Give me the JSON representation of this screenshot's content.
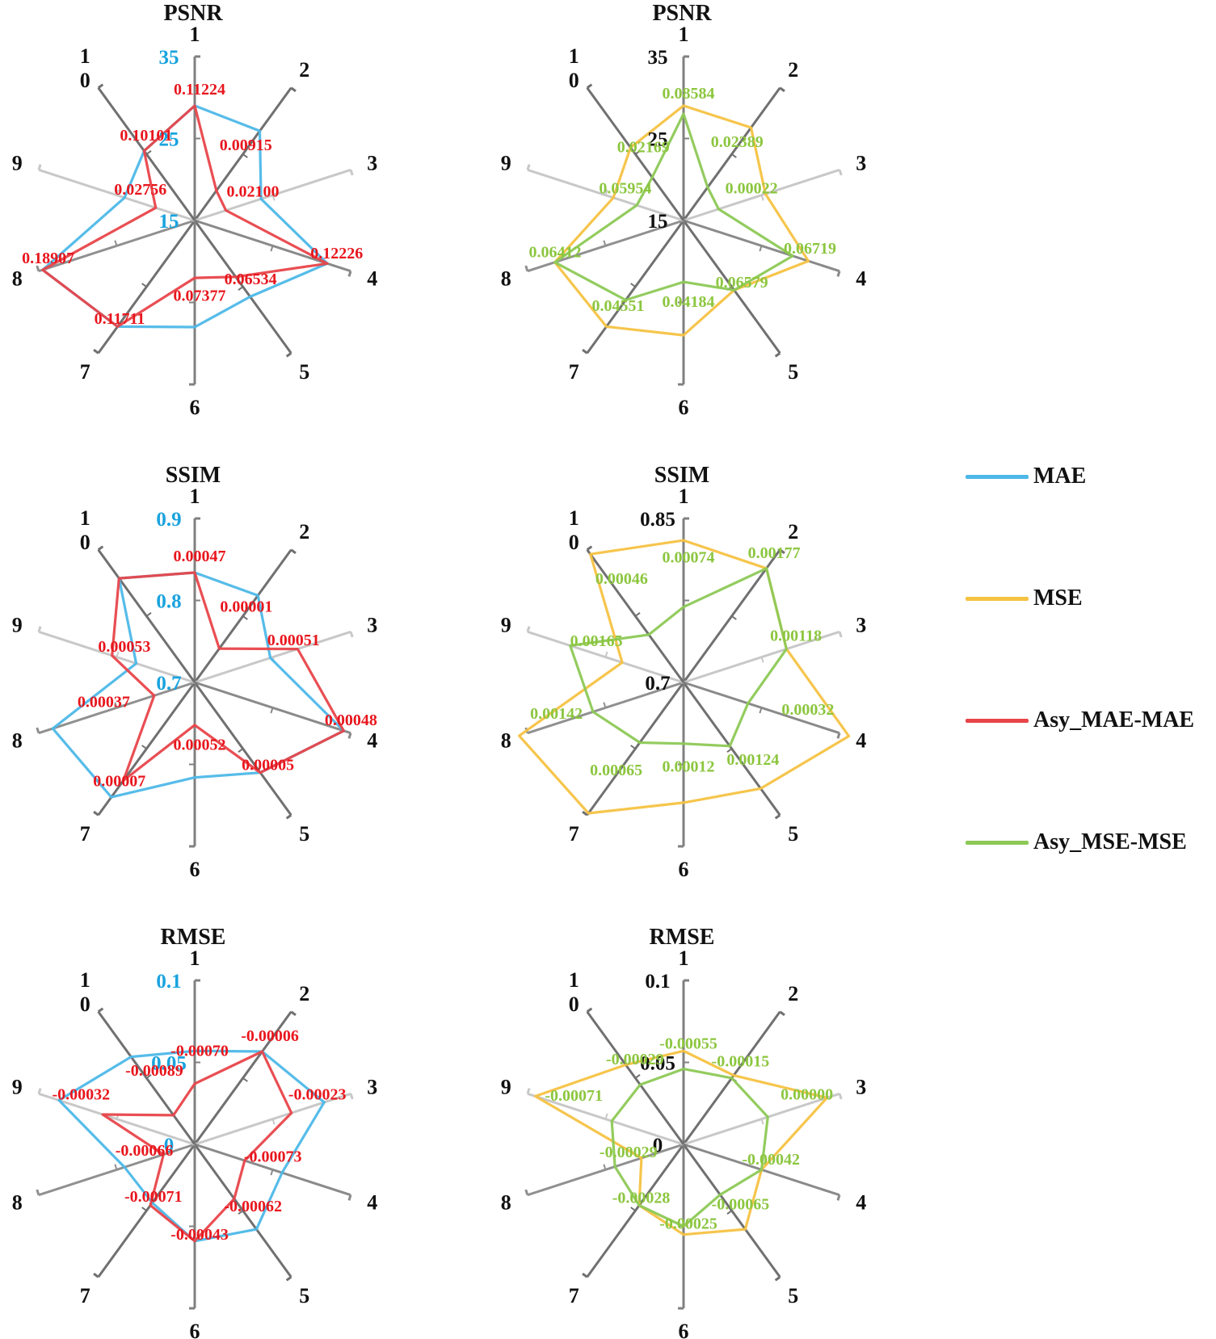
{
  "colors": {
    "MAE": "#4db8e8",
    "MSE": "#f5c242",
    "Asy_MAE-MAE": "#e8454a",
    "Asy_MSE-MSE": "#8dc956",
    "diff_red": "#e8161d",
    "diff_green": "#8cc63f",
    "tick_blue": "#1aa3de",
    "tick_black": "#111111"
  },
  "legend": [
    {
      "name": "MAE",
      "color": "#4db8e8"
    },
    {
      "name": "MSE",
      "color": "#f5c242"
    },
    {
      "name": "Asy_MAE-MAE",
      "color": "#e8454a"
    },
    {
      "name": "Asy_MSE-MSE",
      "color": "#8dc956"
    }
  ],
  "chart_data": [
    {
      "type": "radar",
      "title": "PSNR",
      "axis_labels": [
        "1",
        "2",
        "3",
        "4",
        "5",
        "6",
        "7",
        "8",
        "9",
        "1\n0"
      ],
      "rlim": [
        15,
        35
      ],
      "ticks": [
        "15",
        "25",
        "35"
      ],
      "tick_color": "blue",
      "series": [
        {
          "name": "MAE",
          "values": [
            29.0,
            28.5,
            23.5,
            32.0,
            26.5,
            28.0,
            31.0,
            34.5,
            24.0,
            25.5
          ]
        },
        {
          "name": "Asy_MAE-MAE",
          "values": [
            29.0,
            19.5,
            19.0,
            32.0,
            23.5,
            22.0,
            31.0,
            34.5,
            20.0,
            25.5
          ]
        }
      ],
      "differences": {
        "color": "red",
        "labels": [
          "0.11224",
          "0.00915",
          "0.02100",
          "0.12226",
          "0.06534",
          "0.07377",
          "0.11711",
          "0.18907",
          "0.02756",
          "0.10101"
        ]
      }
    },
    {
      "type": "radar",
      "title": "PSNR",
      "axis_labels": [
        "1",
        "2",
        "3",
        "4",
        "5",
        "6",
        "7",
        "8",
        "9",
        "1\n0"
      ],
      "rlim": [
        15,
        35
      ],
      "ticks": [
        "15",
        "25",
        "35"
      ],
      "tick_color": "black",
      "series": [
        {
          "name": "MSE",
          "values": [
            29.0,
            29.0,
            25.5,
            31.0,
            25.5,
            29.0,
            31.0,
            31.5,
            24.0,
            26.0
          ]
        },
        {
          "name": "Asy_MSE-MSE",
          "values": [
            28.0,
            20.0,
            19.5,
            29.0,
            25.5,
            22.5,
            27.0,
            31.5,
            21.0,
            21.5
          ]
        }
      ],
      "differences": {
        "color": "green",
        "labels": [
          "0.08584",
          "0.02389",
          "0.00022",
          "0.06719",
          "0.06579",
          "0.04184",
          "0.04551",
          "0.06412",
          "0.05954",
          "0.02169"
        ]
      }
    },
    {
      "type": "radar",
      "title": "SSIM",
      "axis_labels": [
        "1",
        "2",
        "3",
        "4",
        "5",
        "6",
        "7",
        "8",
        "9",
        "1\n0"
      ],
      "rlim": [
        0.7,
        0.9
      ],
      "ticks": [
        "0.7",
        "0.8",
        "0.9"
      ],
      "tick_color": "blue",
      "series": [
        {
          "name": "MAE",
          "values": [
            0.834,
            0.831,
            0.797,
            0.891,
            0.836,
            0.816,
            0.873,
            0.882,
            0.775,
            0.857
          ]
        },
        {
          "name": "Asy_MAE-MAE",
          "values": [
            0.834,
            0.751,
            0.832,
            0.891,
            0.836,
            0.752,
            0.848,
            0.752,
            0.806,
            0.857
          ]
        }
      ],
      "differences": {
        "color": "red",
        "labels": [
          "0.00047",
          "0.00001",
          "0.00051",
          "0.00048",
          "0.00005",
          "0.00052",
          "0.00007",
          "0.00037",
          "0.00053",
          ""
        ]
      }
    },
    {
      "type": "radar",
      "title": "SSIM",
      "axis_labels": [
        "1",
        "2",
        "3",
        "4",
        "5",
        "6",
        "7",
        "8",
        "9",
        "1\n0"
      ],
      "rlim": [
        0.7,
        0.85
      ],
      "ticks": [
        "0.7",
        "0.85"
      ],
      "tick_color": "black",
      "series": [
        {
          "name": "MSE",
          "values": [
            0.83,
            0.829,
            0.799,
            0.859,
            0.82,
            0.81,
            0.848,
            0.858,
            0.759,
            0.845
          ]
        },
        {
          "name": "Asy_MSE-MSE",
          "values": [
            0.769,
            0.829,
            0.799,
            0.762,
            0.772,
            0.756,
            0.768,
            0.787,
            0.809,
            0.754
          ]
        }
      ],
      "differences": {
        "color": "green",
        "labels": [
          "0.00074",
          "0.00177",
          "0.00118",
          "0.00032",
          "0.00124",
          "0.00012",
          "0.00065",
          "0.00142",
          "0.00165",
          "0.00046"
        ]
      }
    },
    {
      "type": "radar",
      "title": "RMSE",
      "axis_labels": [
        "1",
        "2",
        "3",
        "4",
        "5",
        "6",
        "7",
        "8",
        "9",
        "1\n0"
      ],
      "rlim": [
        0,
        0.1
      ],
      "ticks": [
        "0",
        "0.05",
        "0.1"
      ],
      "tick_color": "blue",
      "series": [
        {
          "name": "MAE",
          "values": [
            0.057,
            0.07,
            0.083,
            0.056,
            0.064,
            0.059,
            0.044,
            0.045,
            0.087,
            0.066
          ]
        },
        {
          "name": "Asy_MAE-MAE",
          "values": [
            0.037,
            0.07,
            0.062,
            0.032,
            0.041,
            0.059,
            0.046,
            0.02,
            0.059,
            0.022
          ]
        }
      ],
      "differences": {
        "color": "red",
        "labels": [
          "-0.00070",
          "-0.00006",
          "-0.00023",
          "-0.00073",
          "-0.00062",
          "-0.00043",
          "-0.00071",
          "-0.00066",
          "-0.00032",
          "-0.00089"
        ]
      }
    },
    {
      "type": "radar",
      "title": "RMSE",
      "axis_labels": [
        "1",
        "2",
        "3",
        "4",
        "5",
        "6",
        "7",
        "8",
        "9",
        "1\n0"
      ],
      "rlim": [
        0,
        0.1
      ],
      "ticks": [
        "0",
        "0.05",
        "0.1"
      ],
      "tick_color": "black",
      "series": [
        {
          "name": "MSE",
          "values": [
            0.057,
            0.052,
            0.092,
            0.05,
            0.064,
            0.055,
            0.046,
            0.027,
            0.095,
            0.06
          ]
        },
        {
          "name": "Asy_MSE-MSE",
          "values": [
            0.046,
            0.05,
            0.054,
            0.05,
            0.038,
            0.05,
            0.046,
            0.044,
            0.046,
            0.045
          ]
        }
      ],
      "differences": {
        "color": "green",
        "labels": [
          "-0.00055",
          "-0.00015",
          "0.00000",
          "-0.00042",
          "-0.00065",
          "-0.00025",
          "-0.00028",
          "-0.00029",
          "-0.00071",
          "-0.00029"
        ]
      }
    }
  ]
}
